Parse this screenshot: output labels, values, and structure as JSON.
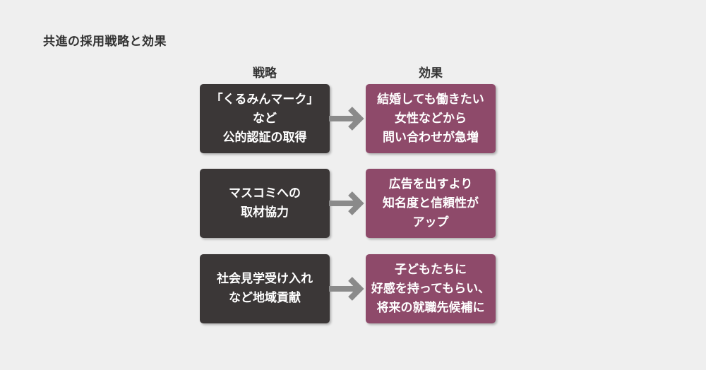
{
  "title": "共進の採用戦略と効果",
  "columns": {
    "strategy_header": "戦略",
    "effect_header": "効果"
  },
  "rows": [
    {
      "strategy": "「くるみんマーク」\nなど\n公的認証の取得",
      "effect": "結婚しても働きたい\n女性などから\n問い合わせが急増"
    },
    {
      "strategy": "マスコミへの\n取材協力",
      "effect": "広告を出すより\n知名度と信頼性が\nアップ"
    },
    {
      "strategy": "社会見学受け入れ\nなど地域貢献",
      "effect": "子どもたちに\n好感を持ってもらい、\n将来の就職先候補に"
    }
  ],
  "colors": {
    "background": "#efefef",
    "strategy_box": "#3b3737",
    "effect_box": "#8e4a6a",
    "arrow": "#8a8a8a",
    "text_dark": "#333333"
  }
}
